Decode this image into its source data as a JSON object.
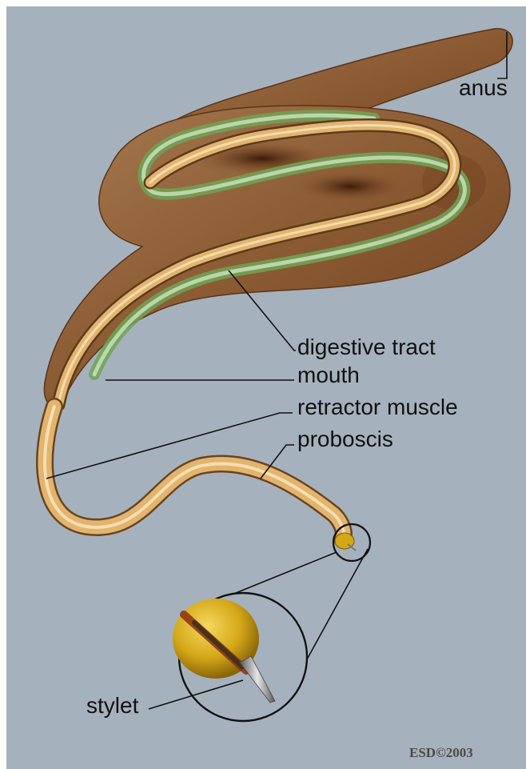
{
  "labels": {
    "anus": "anus",
    "digestive_tract": "digestive tract",
    "mouth": "mouth",
    "retractor_muscle": "retractor muscle",
    "proboscis": "proboscis",
    "stylet": "stylet"
  },
  "credit": "ESD©2003",
  "colors": {
    "background": "#a5b2bd",
    "body_brown": "#8a5a32",
    "body_dark": "#4a2410",
    "body_light": "#d8c0a0",
    "proboscis": "#e2b46e",
    "digestive_green": "#7fb565",
    "stylet_bulb": "#d4a717"
  }
}
